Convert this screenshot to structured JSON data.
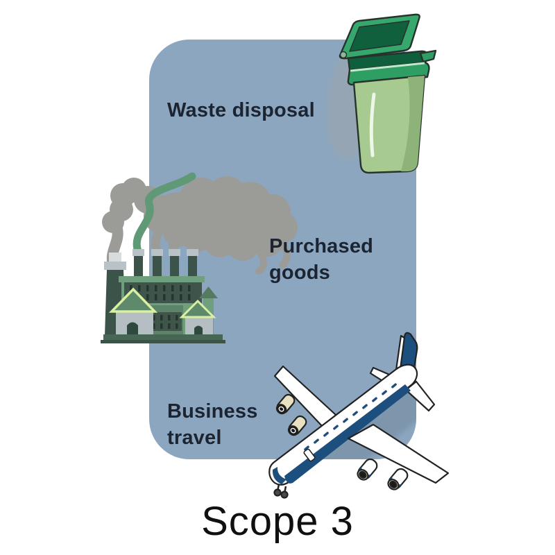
{
  "title": "Scope 3",
  "labels": {
    "waste": "Waste disposal",
    "purchased": "Purchased goods",
    "business": "Business travel"
  },
  "icons": [
    {
      "name": "wheelie-bin-icon"
    },
    {
      "name": "factory-smoke-icon"
    },
    {
      "name": "airplane-icon"
    }
  ],
  "colors": {
    "panel_blue": "#8ca6c0",
    "text_dark": "#1b2430",
    "smoke_gray": "#9b9b97",
    "smoke_green": "#5f9976",
    "factory_green": "#6f9f7d",
    "factory_dark_green": "#3f554b",
    "factory_wall_gray": "#b5bec2",
    "factory_trim_lime": "#d9efa2",
    "bin_body_green": "#a6ca8f",
    "bin_dark_green": "#10603e",
    "bin_mid_green": "#2f9e63",
    "plane_navy": "#1d4f7e",
    "plane_white": "#ffffff",
    "engine_cream": "#e8e2c2",
    "outline_dark": "#26322b"
  }
}
